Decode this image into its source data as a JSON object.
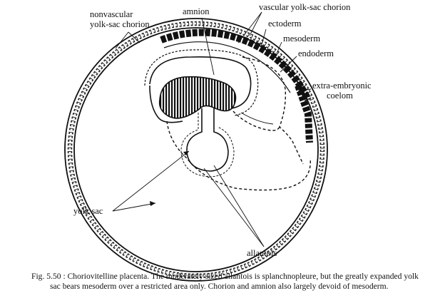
{
  "labels": {
    "nonvascular_1": "nonvascular",
    "nonvascular_2": "yolk-sac chorion",
    "amnion": "amnion",
    "vascular": "vascular yolk-sac chorion",
    "ectoderm": "ectoderm",
    "mesoderm": "mesoderm",
    "endoderm": "endoderm",
    "coelom_1": "extra-embryonic",
    "coelom_2": "coelom",
    "yolk_sac": "yolk sac",
    "allantois": "allantois"
  },
  "caption": {
    "line1": "Fig. 5.50 : Choriovitelline placenta. The moderately sized allantois is splanchnopleure, but the greatly expanded yolk",
    "line2": "sac bears mesoderm over a restricted area only. Chorion and amnion also largely devoid of mesoderm."
  }
}
